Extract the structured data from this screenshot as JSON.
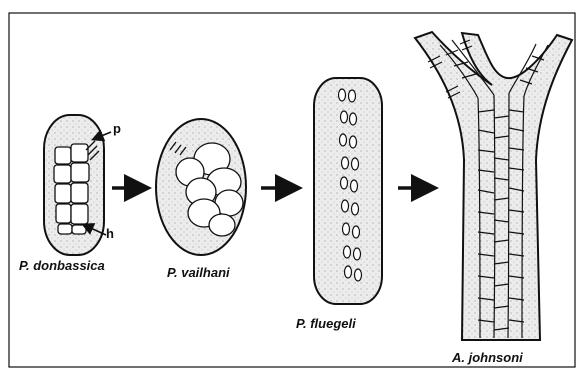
{
  "figure": {
    "species": [
      {
        "name": "P. donbassica"
      },
      {
        "name": "P. vailhani"
      },
      {
        "name": "P. fluegeli"
      },
      {
        "name": "A. johnsoni"
      }
    ],
    "callouts": {
      "p": "p",
      "h": "h"
    },
    "colors": {
      "stroke": "#111111",
      "fill_stipple": "#e6e6e6",
      "background": "#ffffff"
    }
  }
}
